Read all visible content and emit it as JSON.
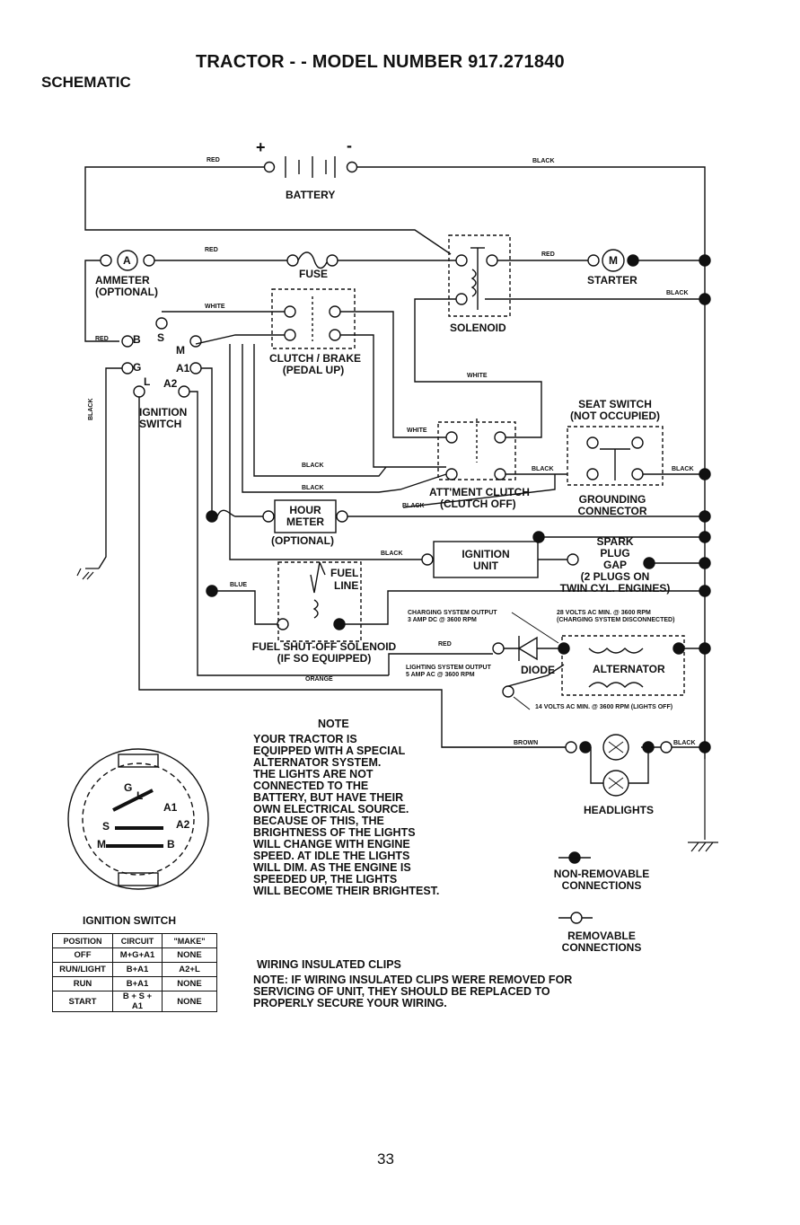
{
  "header": {
    "title": "TRACTOR - - MODEL NUMBER 917.271840",
    "section": "SCHEMATIC"
  },
  "labels": {
    "battery": "BATTERY",
    "battery_plus": "+",
    "battery_minus": "-",
    "ammeter": "AMMETER",
    "ammeter_opt": "(OPTIONAL)",
    "ammeter_letter": "A",
    "fuse": "FUSE",
    "starter": "STARTER",
    "starter_letter": "M",
    "solenoid": "SOLENOID",
    "clutch_brake_1": "CLUTCH / BRAKE",
    "clutch_brake_2": "(PEDAL UP)",
    "ignition_switch_1": "IGNITION",
    "ignition_switch_2": "SWITCH",
    "term_b": "B",
    "term_s": "S",
    "term_m": "M",
    "term_g": "G",
    "term_a1": "A1",
    "term_l": "L",
    "term_a2": "A2",
    "seat_switch_1": "SEAT SWITCH",
    "seat_switch_2": "(NOT OCCUPIED)",
    "attment_clutch_1": "ATT'MENT CLUTCH",
    "attment_clutch_2": "(CLUTCH OFF)",
    "grounding_1": "GROUNDING",
    "grounding_2": "CONNECTOR",
    "hour_meter_1": "HOUR",
    "hour_meter_2": "METER",
    "hour_meter_3": "(OPTIONAL)",
    "spark_1": "SPARK",
    "spark_2": "PLUG",
    "spark_3": "GAP",
    "spark_4": "(2 PLUGS ON",
    "spark_5": "TWIN CYL. ENGINES)",
    "ignition_unit_1": "IGNITION",
    "ignition_unit_2": "UNIT",
    "fuel_line_1": "FUEL",
    "fuel_line_2": "LINE",
    "fuel_solenoid_1": "FUEL SHUT-OFF SOLENOID",
    "fuel_solenoid_2": "(IF SO EQUIPPED)",
    "charging_1": "CHARGING SYSTEM OUTPUT",
    "charging_2": "3 AMP DC @ 3600 RPM",
    "volts28_1": "28 VOLTS AC MIN. @ 3600 RPM",
    "volts28_2": "(CHARGING SYSTEM DISCONNECTED)",
    "lighting_1": "LIGHTING SYSTEM OUTPUT",
    "lighting_2": "5 AMP AC @ 3600 RPM",
    "diode": "DIODE",
    "alternator": "ALTERNATOR",
    "volts14": "14 VOLTS AC MIN. @ 3600 RPM (LIGHTS OFF)",
    "headlights": "HEADLIGHTS",
    "non_removable_1": "NON-REMOVABLE",
    "non_removable_2": "CONNECTIONS",
    "removable_1": "REMOVABLE",
    "removable_2": "CONNECTIONS",
    "sw_g": "G",
    "sw_l": "L",
    "sw_a1": "A1",
    "sw_a2": "A2",
    "sw_s": "S",
    "sw_m": "M",
    "sw_b": "B"
  },
  "wires": {
    "red_1": "RED",
    "red_2": "RED",
    "red_3": "RED",
    "red_4": "RED",
    "red_5": "RED",
    "black_1": "BLACK",
    "black_2": "BLACK",
    "black_3": "BLACK",
    "black_4": "BLACK",
    "black_5": "BLACK",
    "black_6": "BLACK",
    "black_7": "BLACK",
    "black_8": "BLACK",
    "black_9": "BLACK",
    "black_10": "BLACK",
    "white_1": "WHITE",
    "white_2": "WHITE",
    "white_3": "WHITE",
    "blue": "BLUE",
    "orange": "ORANGE",
    "brown": "BROWN"
  },
  "note": {
    "heading": "NOTE",
    "lines": [
      "YOUR TRACTOR IS",
      "EQUIPPED WITH A SPECIAL",
      "ALTERNATOR SYSTEM.",
      "THE LIGHTS ARE NOT",
      "CONNECTED TO THE",
      "BATTERY, BUT HAVE THEIR",
      "OWN ELECTRICAL SOURCE.",
      "BECAUSE OF THIS, THE",
      "BRIGHTNESS OF THE LIGHTS",
      "WILL CHANGE WITH ENGINE",
      "SPEED.  AT IDLE THE LIGHTS",
      "WILL DIM.  AS THE ENGINE IS",
      "SPEEDED UP, THE LIGHTS",
      "WILL BECOME THEIR BRIGHTEST."
    ]
  },
  "ignition_table": {
    "title": "IGNITION SWITCH",
    "headers": [
      "POSITION",
      "CIRCUIT",
      "\"MAKE\""
    ],
    "rows": [
      [
        "OFF",
        "M+G+A1",
        "NONE"
      ],
      [
        "RUN/LIGHT",
        "B+A1",
        "A2+L"
      ],
      [
        "RUN",
        "B+A1",
        "NONE"
      ],
      [
        "START",
        "B + S + A1",
        "NONE"
      ]
    ]
  },
  "clips": {
    "heading": "WIRING INSULATED CLIPS",
    "lines": [
      "NOTE: IF WIRING INSULATED CLIPS WERE REMOVED FOR",
      "SERVICING OF UNIT, THEY SHOULD BE REPLACED TO",
      "PROPERLY SECURE YOUR WIRING."
    ]
  },
  "footer": {
    "page_number": "33"
  }
}
